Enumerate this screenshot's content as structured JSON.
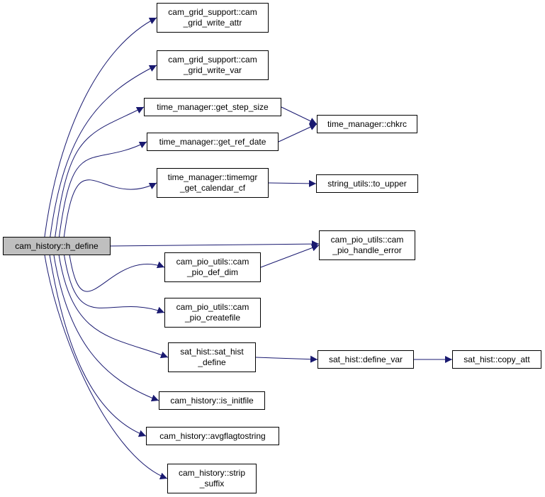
{
  "diagram": {
    "colors": {
      "edge": "#191970",
      "border": "#000000",
      "root_fill": "#bfbfbf",
      "node_fill": "#ffffff"
    },
    "nodes": {
      "h_define": {
        "lines": [
          "cam_history::h_define"
        ]
      },
      "gwa": {
        "lines": [
          "cam_grid_support::cam",
          "_grid_write_attr"
        ]
      },
      "gwv": {
        "lines": [
          "cam_grid_support::cam",
          "_grid_write_var"
        ]
      },
      "gss": {
        "lines": [
          "time_manager::get_step_size"
        ]
      },
      "grd": {
        "lines": [
          "time_manager::get_ref_date"
        ]
      },
      "tgc": {
        "lines": [
          "time_manager::timemgr",
          "_get_calendar_cf"
        ]
      },
      "dd": {
        "lines": [
          "cam_pio_utils::cam",
          "_pio_def_dim"
        ]
      },
      "cf": {
        "lines": [
          "cam_pio_utils::cam",
          "_pio_createfile"
        ]
      },
      "shd": {
        "lines": [
          "sat_hist::sat_hist",
          "_define"
        ]
      },
      "isi": {
        "lines": [
          "cam_history::is_initfile"
        ]
      },
      "avg": {
        "lines": [
          "cam_history::avgflagtostring"
        ]
      },
      "ss": {
        "lines": [
          "cam_history::strip",
          "_suffix"
        ]
      },
      "chkrc": {
        "lines": [
          "time_manager::chkrc"
        ]
      },
      "tu": {
        "lines": [
          "string_utils::to_upper"
        ]
      },
      "phe": {
        "lines": [
          "cam_pio_utils::cam",
          "_pio_handle_error"
        ]
      },
      "dv": {
        "lines": [
          "sat_hist::define_var"
        ]
      },
      "ca": {
        "lines": [
          "sat_hist::copy_att"
        ]
      }
    },
    "edges": [
      [
        "h_define",
        "gwa"
      ],
      [
        "h_define",
        "gwv"
      ],
      [
        "h_define",
        "gss"
      ],
      [
        "h_define",
        "grd"
      ],
      [
        "h_define",
        "tgc"
      ],
      [
        "h_define",
        "phe"
      ],
      [
        "h_define",
        "dd"
      ],
      [
        "h_define",
        "cf"
      ],
      [
        "h_define",
        "shd"
      ],
      [
        "h_define",
        "isi"
      ],
      [
        "h_define",
        "avg"
      ],
      [
        "h_define",
        "ss"
      ],
      [
        "gss",
        "chkrc"
      ],
      [
        "grd",
        "chkrc"
      ],
      [
        "tgc",
        "tu"
      ],
      [
        "dd",
        "phe"
      ],
      [
        "shd",
        "dv"
      ],
      [
        "dv",
        "ca"
      ]
    ]
  }
}
